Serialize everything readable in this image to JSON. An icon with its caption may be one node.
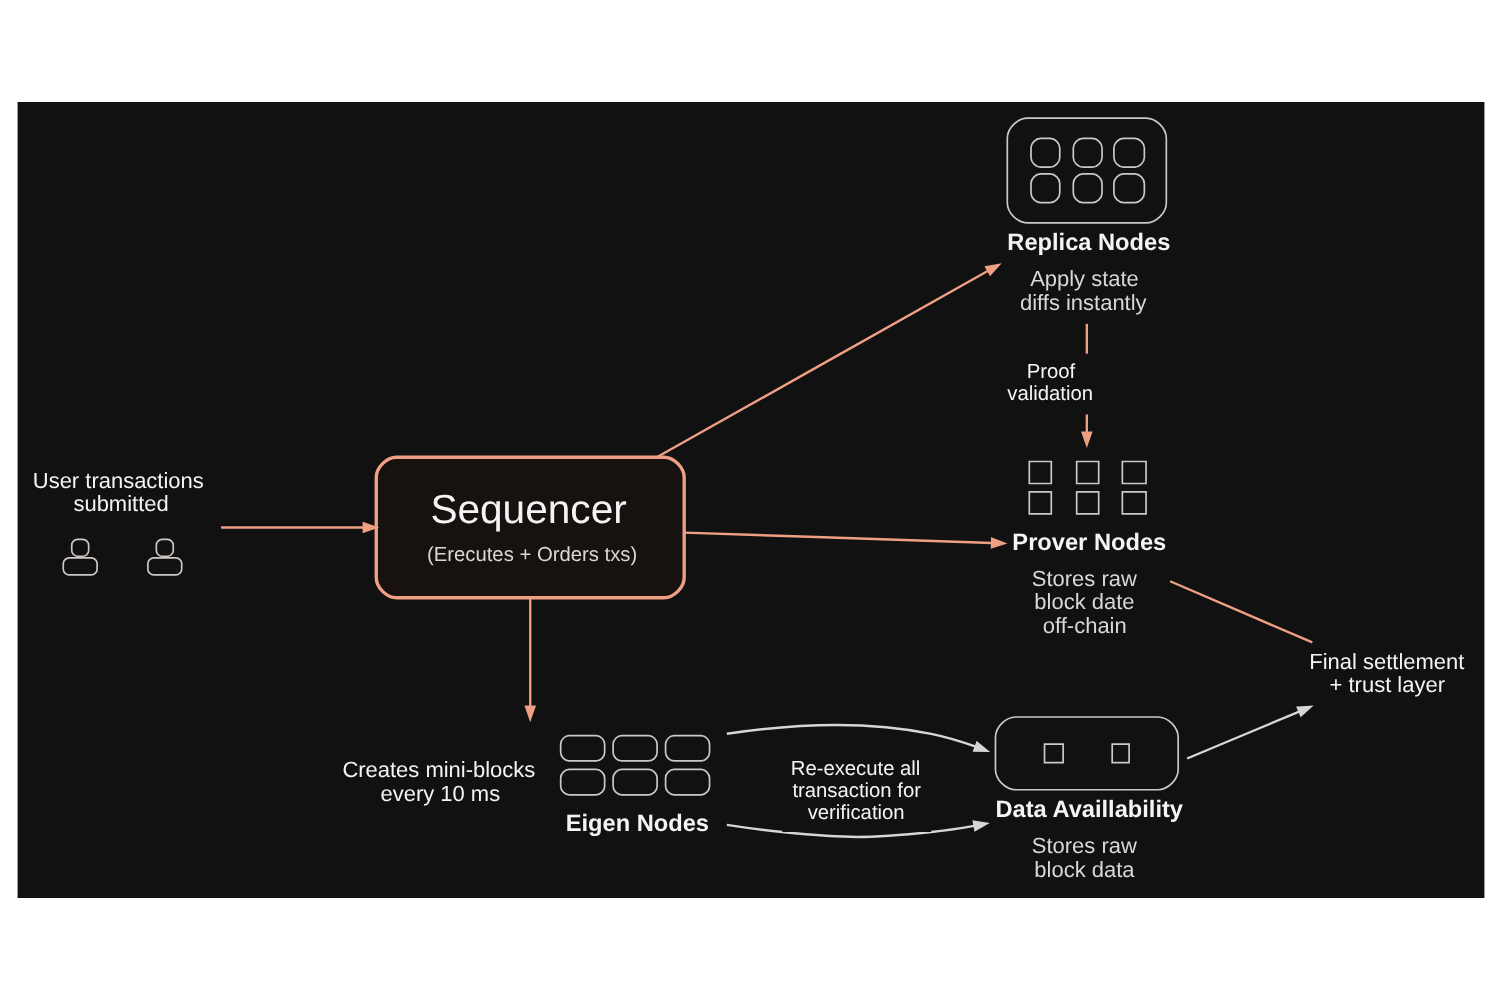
{
  "diagram": {
    "nodes": [
      {
        "text": [
          "User transactions submitted"
        ]
      },
      {
        "text": [
          "Sequencer",
          "(Erecutes + Orders txs)"
        ]
      },
      {
        "text": [
          "Replica Nodes",
          "Apply state diffs instantly"
        ]
      },
      {
        "text": [
          "Prover Nodes",
          "Stores raw block date off-chain"
        ]
      },
      {
        "text": [
          "Eigen Nodes"
        ],
        "beside": [
          "Creates mini-blocks every 10 ms"
        ]
      },
      {
        "text": [
          "Data Availlability",
          "Stores raw block data"
        ]
      },
      {
        "text": [
          "Final settlement + trust layer"
        ]
      }
    ],
    "edges": [
      {
        "from": 0,
        "to": 1,
        "arrow": "to"
      },
      {
        "from": 1,
        "to": 2,
        "arrow": "to"
      },
      {
        "from": 1,
        "to": 3,
        "arrow": "to"
      },
      {
        "from": 1,
        "to": 4,
        "arrow": "to"
      },
      {
        "from": 2,
        "to": 3,
        "arrow": "to",
        "label": "Proof validation"
      },
      {
        "from": 4,
        "to": 5,
        "arrow": "to",
        "color": "#d6d6d6"
      },
      {
        "from": 4,
        "to": 5,
        "arrow": "to",
        "label": "Re-execute all transaction for verification",
        "color": "#d6d6d6"
      },
      {
        "from": 3,
        "to": 6,
        "arrow": "none"
      },
      {
        "from": 5,
        "to": 6,
        "arrow": "to",
        "color": "#d6d6d6"
      }
    ]
  }
}
